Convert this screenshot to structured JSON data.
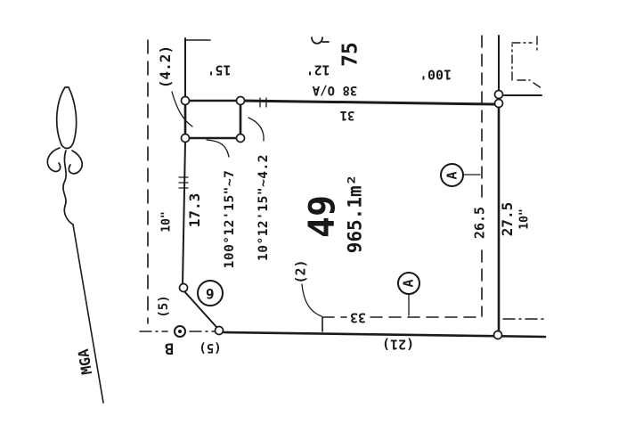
{
  "plan": {
    "lot": {
      "number": "49",
      "area": "965.1m²"
    },
    "adjoining_lot": {
      "number": "75"
    },
    "north": {
      "datum_label": "MGA"
    },
    "dimensions": {
      "offset_4_2": "(4.2)",
      "ft15": "15'",
      "ft12": "12'",
      "ft100": "100'",
      "oa38": "38 O/A",
      "d31": "31",
      "d17_3": "17.3",
      "in10_west": "10\"",
      "bearing_west": "100°12'15\"~7",
      "bearing_jog": "10°12'15\"~4.2",
      "ref2": "(2)",
      "d33": "33",
      "ref21": "(21)",
      "d26_5": "26.5",
      "d27_5": "27.5",
      "in10_east": "10\"",
      "ref5_west": "(5)",
      "ref5_south": "(5)"
    },
    "marks": {
      "mark_b": "B",
      "circled_6": "6",
      "circled_a": "A"
    }
  }
}
